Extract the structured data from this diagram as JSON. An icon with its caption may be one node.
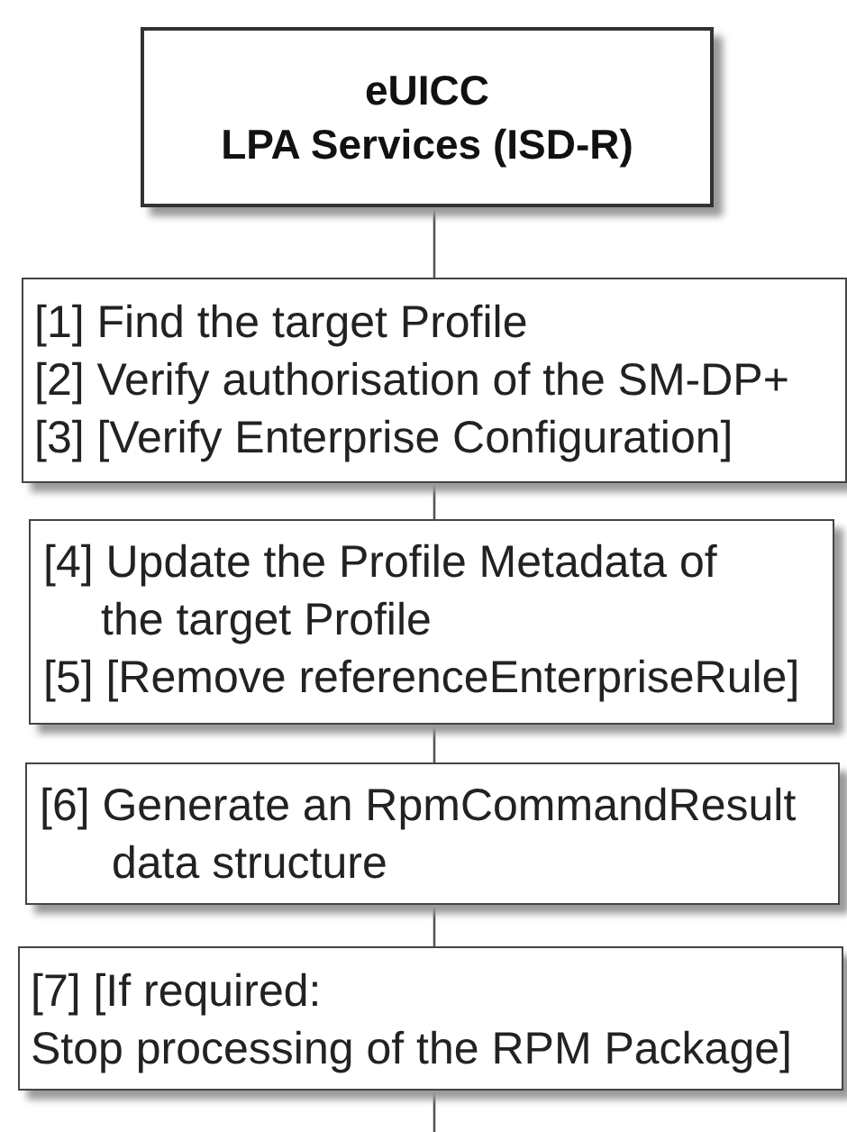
{
  "diagram": {
    "nodes": [
      {
        "text": [
          "eUICC",
          "LPA Services (ISD-R)"
        ]
      },
      {
        "text": [
          "[1] Find the target Profile",
          "[2] Verify authorisation of the SM-DP+",
          "[3] [Verify Enterprise Configuration]"
        ]
      },
      {
        "text": [
          "[4] Update the Profile Metadata of the target Profile",
          "[5] [Remove referenceEnterpriseRule]"
        ]
      },
      {
        "text": [
          "[6] Generate an RpmCommandResult data structure"
        ]
      },
      {
        "text": [
          "[7] [If required:",
          "Stop processing of the RPM Package]"
        ]
      }
    ],
    "edges": [
      {
        "from": 0,
        "to": 1,
        "arrow": "none"
      },
      {
        "from": 1,
        "to": 2,
        "arrow": "none"
      },
      {
        "from": 2,
        "to": 3,
        "arrow": "none"
      },
      {
        "from": 3,
        "to": 4,
        "arrow": "none"
      },
      {
        "from": 4,
        "to": null,
        "arrow": "none"
      }
    ]
  }
}
